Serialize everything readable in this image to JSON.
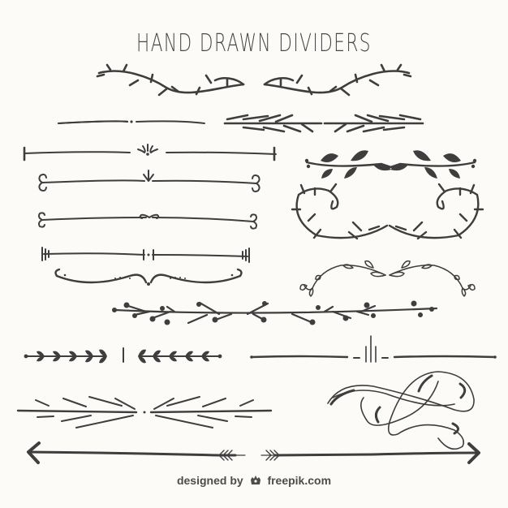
{
  "title": "HAND DRAWN DIVIDERS",
  "credit": {
    "prefix": "designed by",
    "logo": "freepik-crown-logo",
    "brand": "freepik.com"
  },
  "colors": {
    "background": "#fdfbf8",
    "ink": "#3f3d3d"
  },
  "dividers": [
    {
      "name": "vine-branches-pair",
      "position": "top-center"
    },
    {
      "name": "thin-line-dot-center",
      "position": "left-row-1"
    },
    {
      "name": "chevron-leaf-branch",
      "position": "right-row-1"
    },
    {
      "name": "cross-end-fleur-center",
      "position": "left-row-2"
    },
    {
      "name": "solid-leaf-vines",
      "position": "right-row-2"
    },
    {
      "name": "scroll-end-arrow-center",
      "position": "left-row-3"
    },
    {
      "name": "curl-end-heart-center",
      "position": "left-row-4"
    },
    {
      "name": "curly-heart-vines",
      "position": "right-row-3"
    },
    {
      "name": "tick-end-line",
      "position": "left-row-5"
    },
    {
      "name": "swash-dotted-line",
      "position": "left-row-6"
    },
    {
      "name": "loop-petal-vines",
      "position": "right-row-4"
    },
    {
      "name": "berry-branch",
      "position": "center-row-7"
    },
    {
      "name": "laurel-leaf-pair",
      "position": "left-row-8"
    },
    {
      "name": "ticks-center-line",
      "position": "right-row-8"
    },
    {
      "name": "radiating-lines",
      "position": "left-row-9"
    },
    {
      "name": "infinity-flourish",
      "position": "right-row-9"
    },
    {
      "name": "double-arrow",
      "position": "bottom"
    }
  ]
}
